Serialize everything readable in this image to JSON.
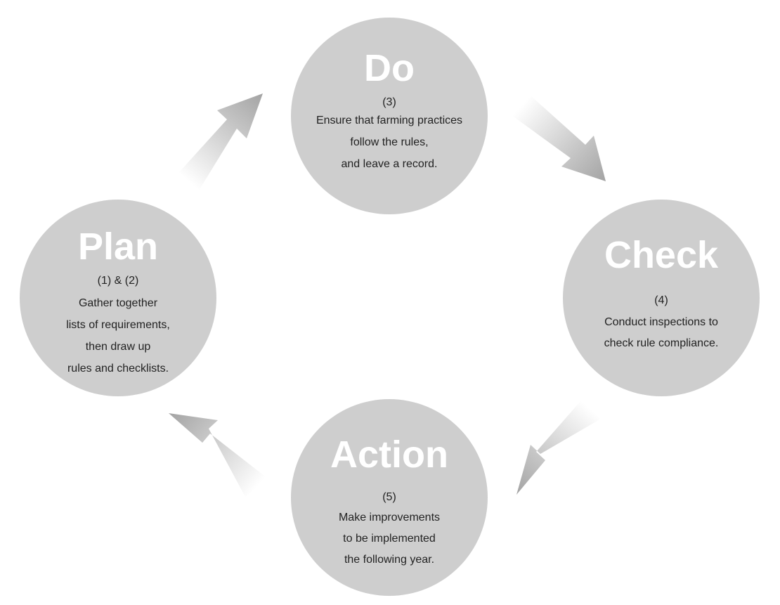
{
  "colors": {
    "circle_fill": "#cecece",
    "title_text": "#ffffff",
    "body_text": "#222222",
    "arrow": "#a3a3a3"
  },
  "stages": {
    "do": {
      "title": "Do",
      "number": "(3)",
      "lines": [
        "Ensure that farming practices",
        "follow the rules,",
        "and leave a record."
      ]
    },
    "plan": {
      "title": "Plan",
      "number": "(1) & (2)",
      "lines": [
        "Gather together",
        "lists of requirements,",
        "then draw up",
        "rules and checklists."
      ]
    },
    "check": {
      "title": "Check",
      "number": "(4)",
      "lines": [
        "Conduct inspections to",
        "check rule compliance."
      ]
    },
    "action": {
      "title": "Action",
      "number": "(5)",
      "lines": [
        "Make improvements",
        "to be implemented",
        "the following year."
      ]
    }
  },
  "arrows": [
    {
      "from": "plan",
      "to": "do",
      "icon": "arrow-up-right-icon"
    },
    {
      "from": "do",
      "to": "check",
      "icon": "arrow-down-right-icon"
    },
    {
      "from": "check",
      "to": "action",
      "icon": "arrow-down-left-icon"
    },
    {
      "from": "action",
      "to": "plan",
      "icon": "arrow-up-left-icon"
    }
  ]
}
